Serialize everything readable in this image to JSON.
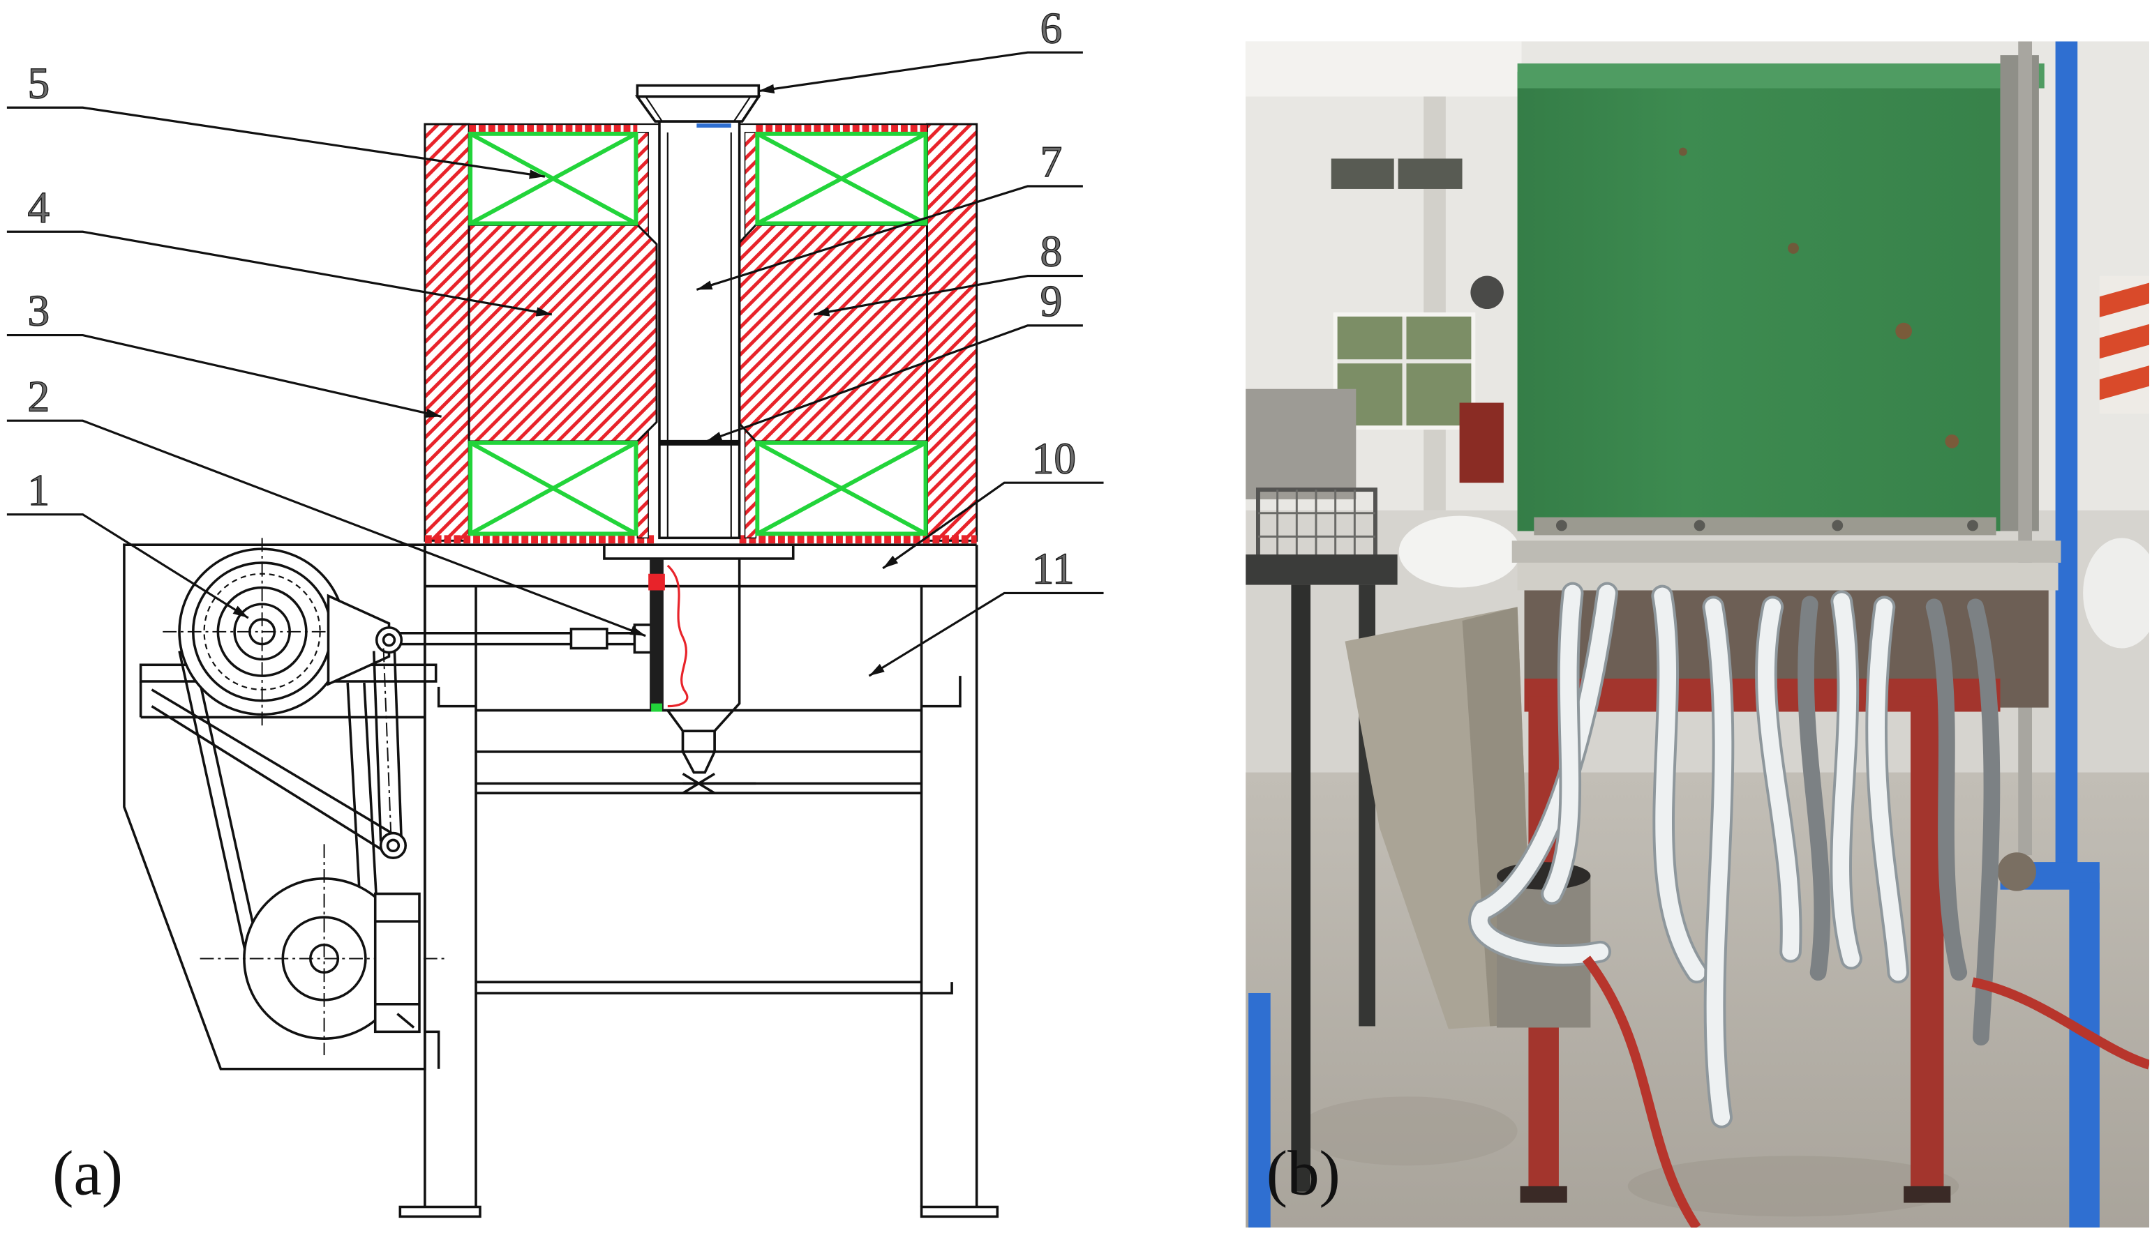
{
  "figure": {
    "panels": [
      {
        "label": "(a)"
      },
      {
        "label": "(b)"
      }
    ],
    "callouts": [
      "1",
      "2",
      "3",
      "4",
      "5",
      "6",
      "7",
      "8",
      "9",
      "10",
      "11"
    ]
  },
  "colors": {
    "hatch": "#e8232a",
    "coil_marker": "#22d43a",
    "outline": "#111111",
    "separator_box": "#3d8b50",
    "frame": "#a3352d",
    "water_pipe": "#2f6fd1"
  }
}
